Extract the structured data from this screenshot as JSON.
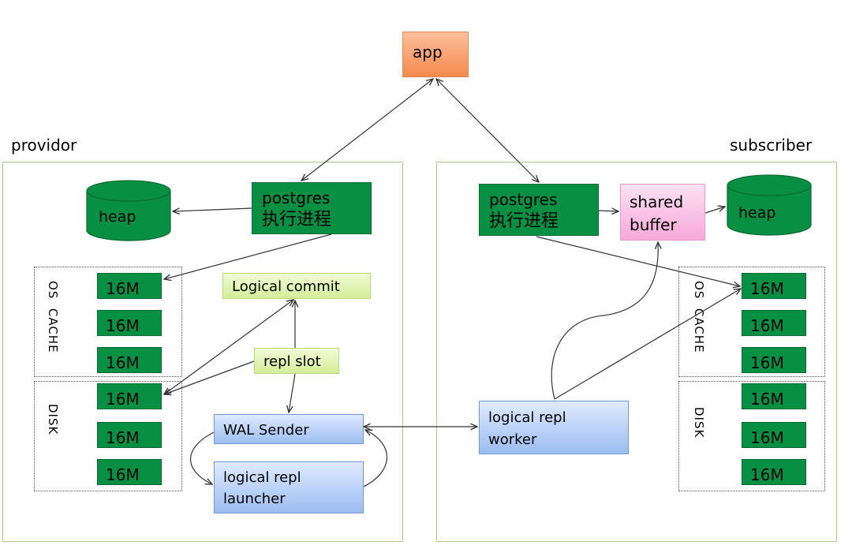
{
  "app": {
    "label": "app"
  },
  "provider": {
    "title": "providor",
    "heap": "heap",
    "postgres": [
      "postgres",
      "执行进程"
    ],
    "os_cache_label": "OS  CACHE",
    "disk_label": "DISK",
    "cache_blocks": [
      "16M",
      "16M",
      "16M"
    ],
    "disk_blocks": [
      "16M",
      "16M",
      "16M"
    ],
    "logical_commit": "Logical commit",
    "repl_slot": "repl slot",
    "wal_sender": "WAL Sender",
    "launcher": [
      "logical repl",
      "launcher"
    ]
  },
  "subscriber": {
    "title": "subscriber",
    "postgres": [
      "postgres",
      "执行进程"
    ],
    "shared_buffer": [
      "shared",
      "buffer"
    ],
    "heap": "heap",
    "os_cache_label": "OS  CACHE",
    "disk_label": "DISK",
    "cache_blocks": [
      "16M",
      "16M",
      "16M"
    ],
    "disk_blocks": [
      "16M",
      "16M",
      "16M"
    ],
    "worker": [
      "logical repl",
      "worker"
    ]
  },
  "colors": {
    "region_border": "#a9cf8a",
    "block_green": "#079044",
    "app_orange": "#f58a4f",
    "shared_pink": "#f8a9d9",
    "commit_green": "#d4ee98",
    "process_blue": "#9cbdf0"
  }
}
